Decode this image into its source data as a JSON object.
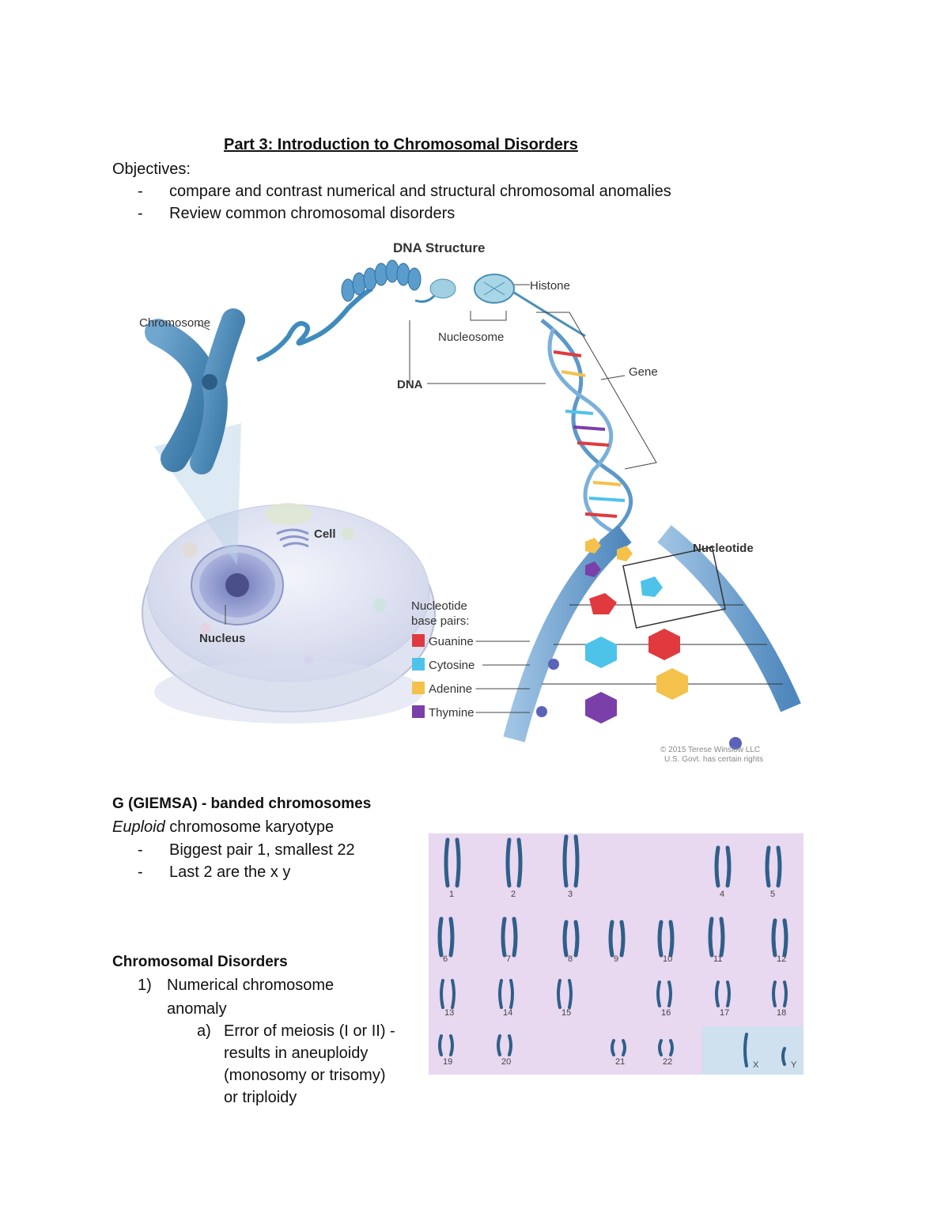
{
  "header": {
    "title": "Part 3: Introduction to Chromosomal Disorders",
    "objectives_label": "Objectives:",
    "objectives": [
      "compare and contrast numerical and structural chromosomal anomalies",
      "Review common chromosomal disorders"
    ]
  },
  "dna_figure": {
    "title": "DNA Structure",
    "labels": {
      "histone": "Histone",
      "chromosome": "Chromosome",
      "nucleosome": "Nucleosome",
      "dna": "DNA",
      "gene": "Gene",
      "cell": "Cell",
      "nucleotide": "Nucleotide",
      "nucleus": "Nucleus",
      "base_pairs_title_1": "Nucleotide",
      "base_pairs_title_2": "base pairs:"
    },
    "legend": [
      {
        "name": "Guanine",
        "color": "#e03a3e"
      },
      {
        "name": "Cytosine",
        "color": "#4ec3ea"
      },
      {
        "name": "Adenine",
        "color": "#f4c24b"
      },
      {
        "name": "Thymine",
        "color": "#7a3fa8"
      }
    ],
    "credit_1": "© 2015 Terese Winslow LLC",
    "credit_2": "U.S. Govt. has certain rights"
  },
  "giemsa": {
    "heading": "G (GIEMSA) - banded chromosomes",
    "subtitle_em": "Euploid",
    "subtitle_rest": " chromosome karyotype",
    "bullets": [
      "Biggest pair 1, smallest 22",
      "Last 2 are the x y"
    ]
  },
  "karyotype": {
    "labels": [
      "1",
      "2",
      "3",
      "4",
      "5",
      "6",
      "7",
      "8",
      "9",
      "10",
      "11",
      "12",
      "13",
      "14",
      "15",
      "16",
      "17",
      "18",
      "19",
      "20",
      "21",
      "22",
      "X",
      "Y"
    ],
    "bg_color": "#e8d8f0",
    "sex_bg_color": "#cfe0ef"
  },
  "disorders": {
    "heading": "Chromosomal Disorders",
    "item1_num": "1)",
    "item1_line1": "Numerical chromosome",
    "item1_line2": "anomaly",
    "sub_a_label": "a)",
    "sub_a_lines": [
      "Error of meiosis (I or II) -",
      "results in aneuploidy",
      "(monosomy or trisomy)",
      "or triploidy"
    ]
  }
}
